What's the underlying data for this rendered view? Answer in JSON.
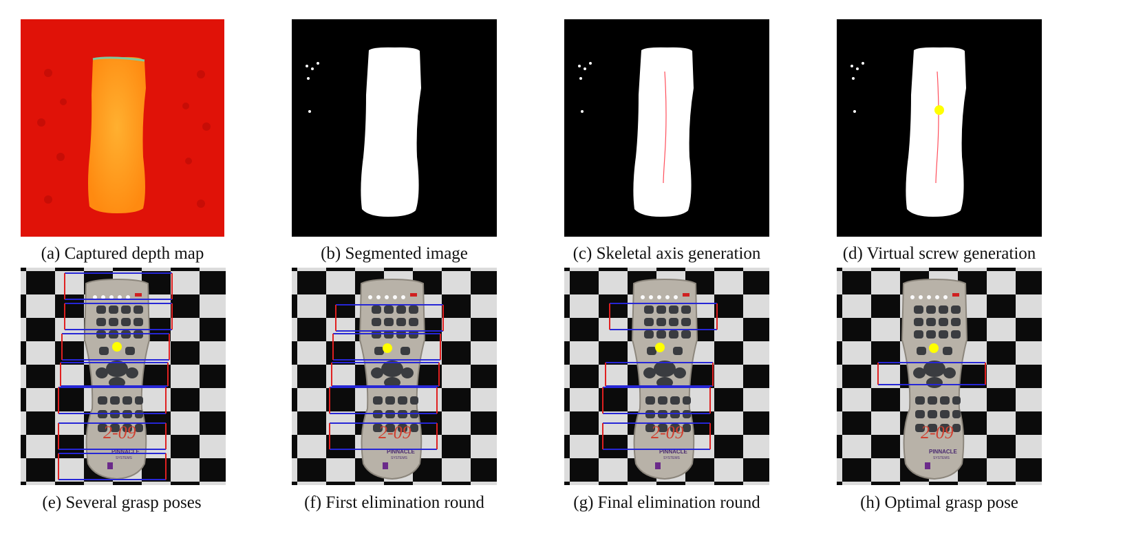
{
  "figure": {
    "captions": [
      {
        "id": "a",
        "text": "(a) Captured depth map"
      },
      {
        "id": "b",
        "text": "(b) Segmented image"
      },
      {
        "id": "c",
        "text": "(c) Skeletal axis generation"
      },
      {
        "id": "d",
        "text": "(d) Virtual screw generation"
      },
      {
        "id": "e",
        "text": "(e) Several grasp poses"
      },
      {
        "id": "f",
        "text": "(f) First elimination round"
      },
      {
        "id": "g",
        "text": "(g) Final elimination round"
      },
      {
        "id": "h",
        "text": "(h) Optimal grasp pose"
      }
    ],
    "remote_text": {
      "handwriting": "2-09",
      "brand": "PINNACLE",
      "brand_sub": "SYSTEMS"
    },
    "grasp_pose_counts": {
      "e": 7,
      "f": 5,
      "g": 4,
      "h": 1
    },
    "colors": {
      "depth_background": "#e01208",
      "depth_object": "#ff9a18",
      "mask_foreground": "#ffffff",
      "mask_background": "#000000",
      "skeletal_axis": "#ff4d5a",
      "screw_point": "#ffff00",
      "grasp_pose_long_edge": "#2626d6",
      "grasp_pose_short_edge": "#e02020"
    }
  }
}
